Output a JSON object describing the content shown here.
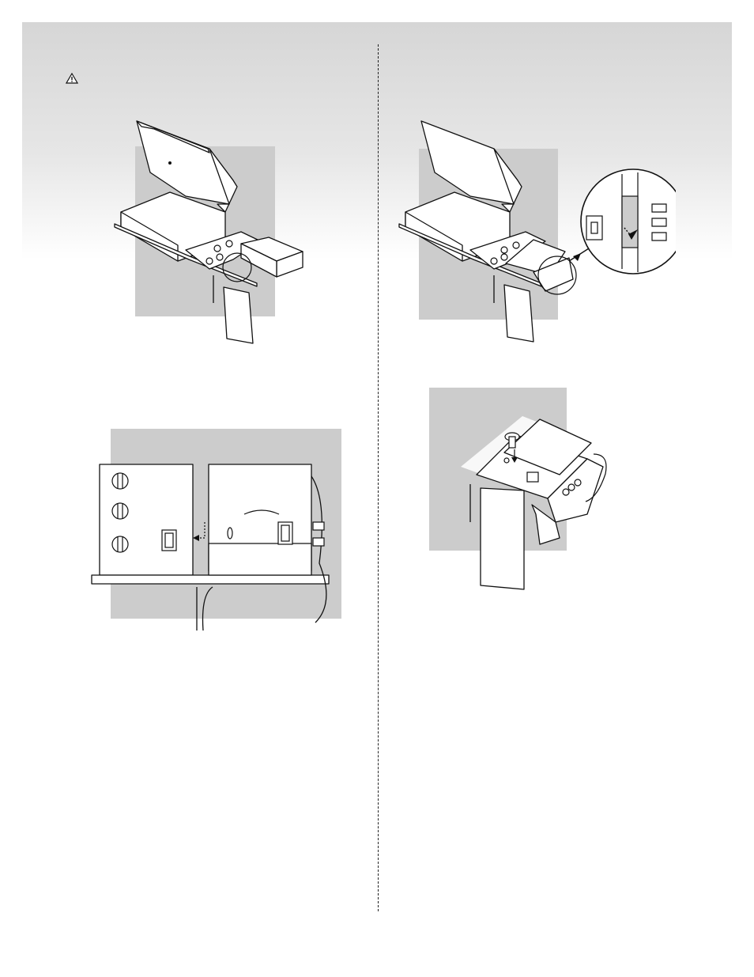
{
  "page": {
    "background_color": "#ffffff",
    "header_band_color": "#d9d9d9",
    "figure_backdrop_color": "#cccccc",
    "line_color": "#111111"
  },
  "icons": {
    "warning": "warning-triangle-icon",
    "insert_arrow": "arrow-icon"
  },
  "figures": [
    {
      "name": "grill-open-lid-side-burner",
      "caption": ""
    },
    {
      "name": "grill-side-burner-detail-callout",
      "caption": ""
    },
    {
      "name": "control-panel-front-view",
      "caption": ""
    },
    {
      "name": "side-burner-screw-install",
      "caption": ""
    }
  ]
}
